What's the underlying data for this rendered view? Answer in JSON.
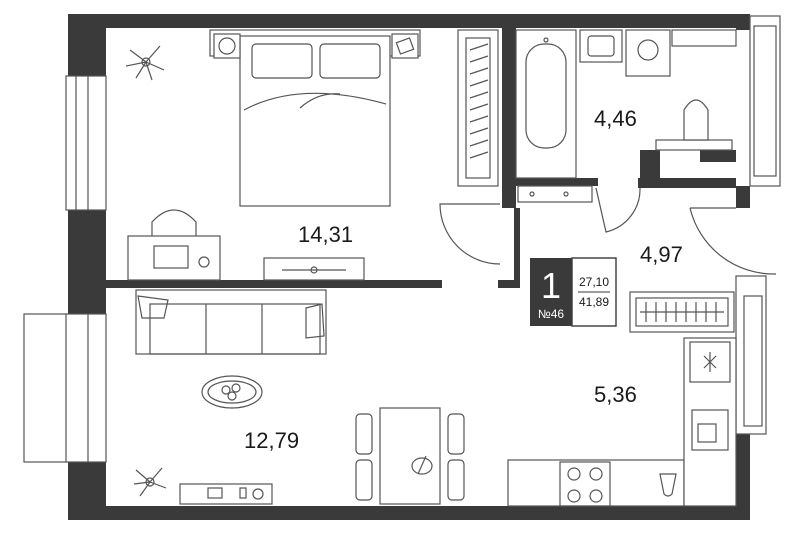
{
  "rooms": {
    "bedroom": {
      "area": "14,31"
    },
    "bathroom": {
      "area": "4,46"
    },
    "hallway": {
      "area": "4,97"
    },
    "kitchen": {
      "area": "5,36"
    },
    "living": {
      "area": "12,79"
    }
  },
  "apartment": {
    "rooms_count": "1",
    "number": "№46",
    "living_area": "27,10",
    "total_area": "41,89"
  },
  "colors": {
    "wall": "#3a3a3a",
    "line": "#555555",
    "badge": "#3a3a3a"
  }
}
